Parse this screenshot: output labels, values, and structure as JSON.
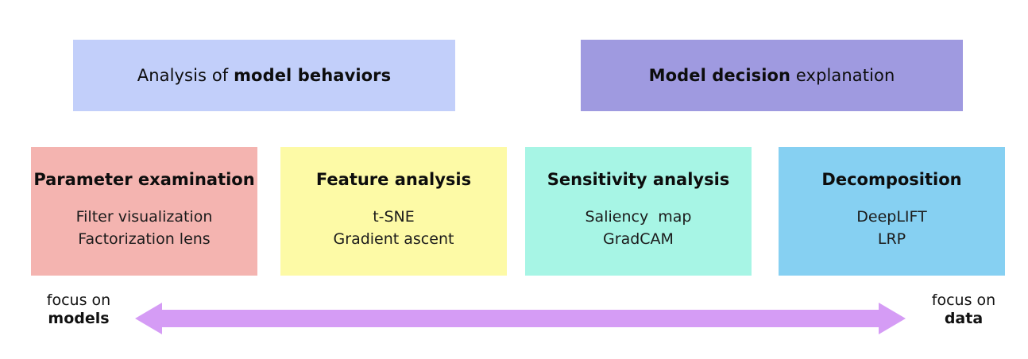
{
  "diagram": {
    "title_alt": "Taxonomy of model interpretability methods",
    "headers": [
      {
        "id": "analysis-of-model-behaviors",
        "prefix": "Analysis of ",
        "emphasis": "model behaviors",
        "suffix": "",
        "color": "#c2cffa"
      },
      {
        "id": "model-decision-explanation",
        "prefix": "",
        "emphasis": "Model decision",
        "suffix": " explanation",
        "color": "#9f9ae0"
      }
    ],
    "categories": [
      {
        "id": "parameter-examination",
        "title": "Parameter examination",
        "methods": "Filter visualization\nFactorization lens",
        "color": "#f4b4b0"
      },
      {
        "id": "feature-analysis",
        "title": "Feature analysis",
        "methods": "t-SNE\nGradient ascent",
        "color": "#fdfaa6"
      },
      {
        "id": "sensitivity-analysis",
        "title": "Sensitivity analysis",
        "methods": "Saliency  map\nGradCAM",
        "color": "#a7f5e5"
      },
      {
        "id": "decomposition",
        "title": "Decomposition",
        "methods": "DeepLIFT\nLRP",
        "color": "#86d0f2"
      }
    ],
    "axis": {
      "arrow_color": "#d59cf5",
      "arrow_name": "double-headed-arrow",
      "left_label": {
        "line1": "focus on",
        "line2": "models"
      },
      "right_label": {
        "line1": "focus on",
        "line2": "data"
      }
    }
  }
}
